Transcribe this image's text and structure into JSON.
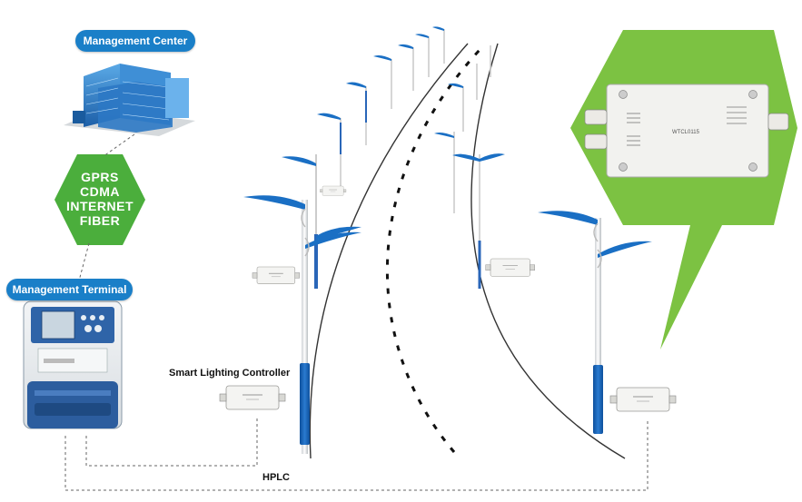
{
  "management_center": {
    "label": "Management Center"
  },
  "network": {
    "lines": [
      "GPRS",
      "CDMA",
      "INTERNET",
      "FIBER"
    ]
  },
  "management_terminal": {
    "label": "Management Terminal"
  },
  "controller": {
    "label": "Smart Lighting Controller",
    "model": "WTCL0115"
  },
  "link": {
    "label": "HPLC"
  },
  "colors": {
    "accent_blue": "#1a7fc8",
    "hex_green": "#4bae3c",
    "callout_green": "#7cc242"
  }
}
